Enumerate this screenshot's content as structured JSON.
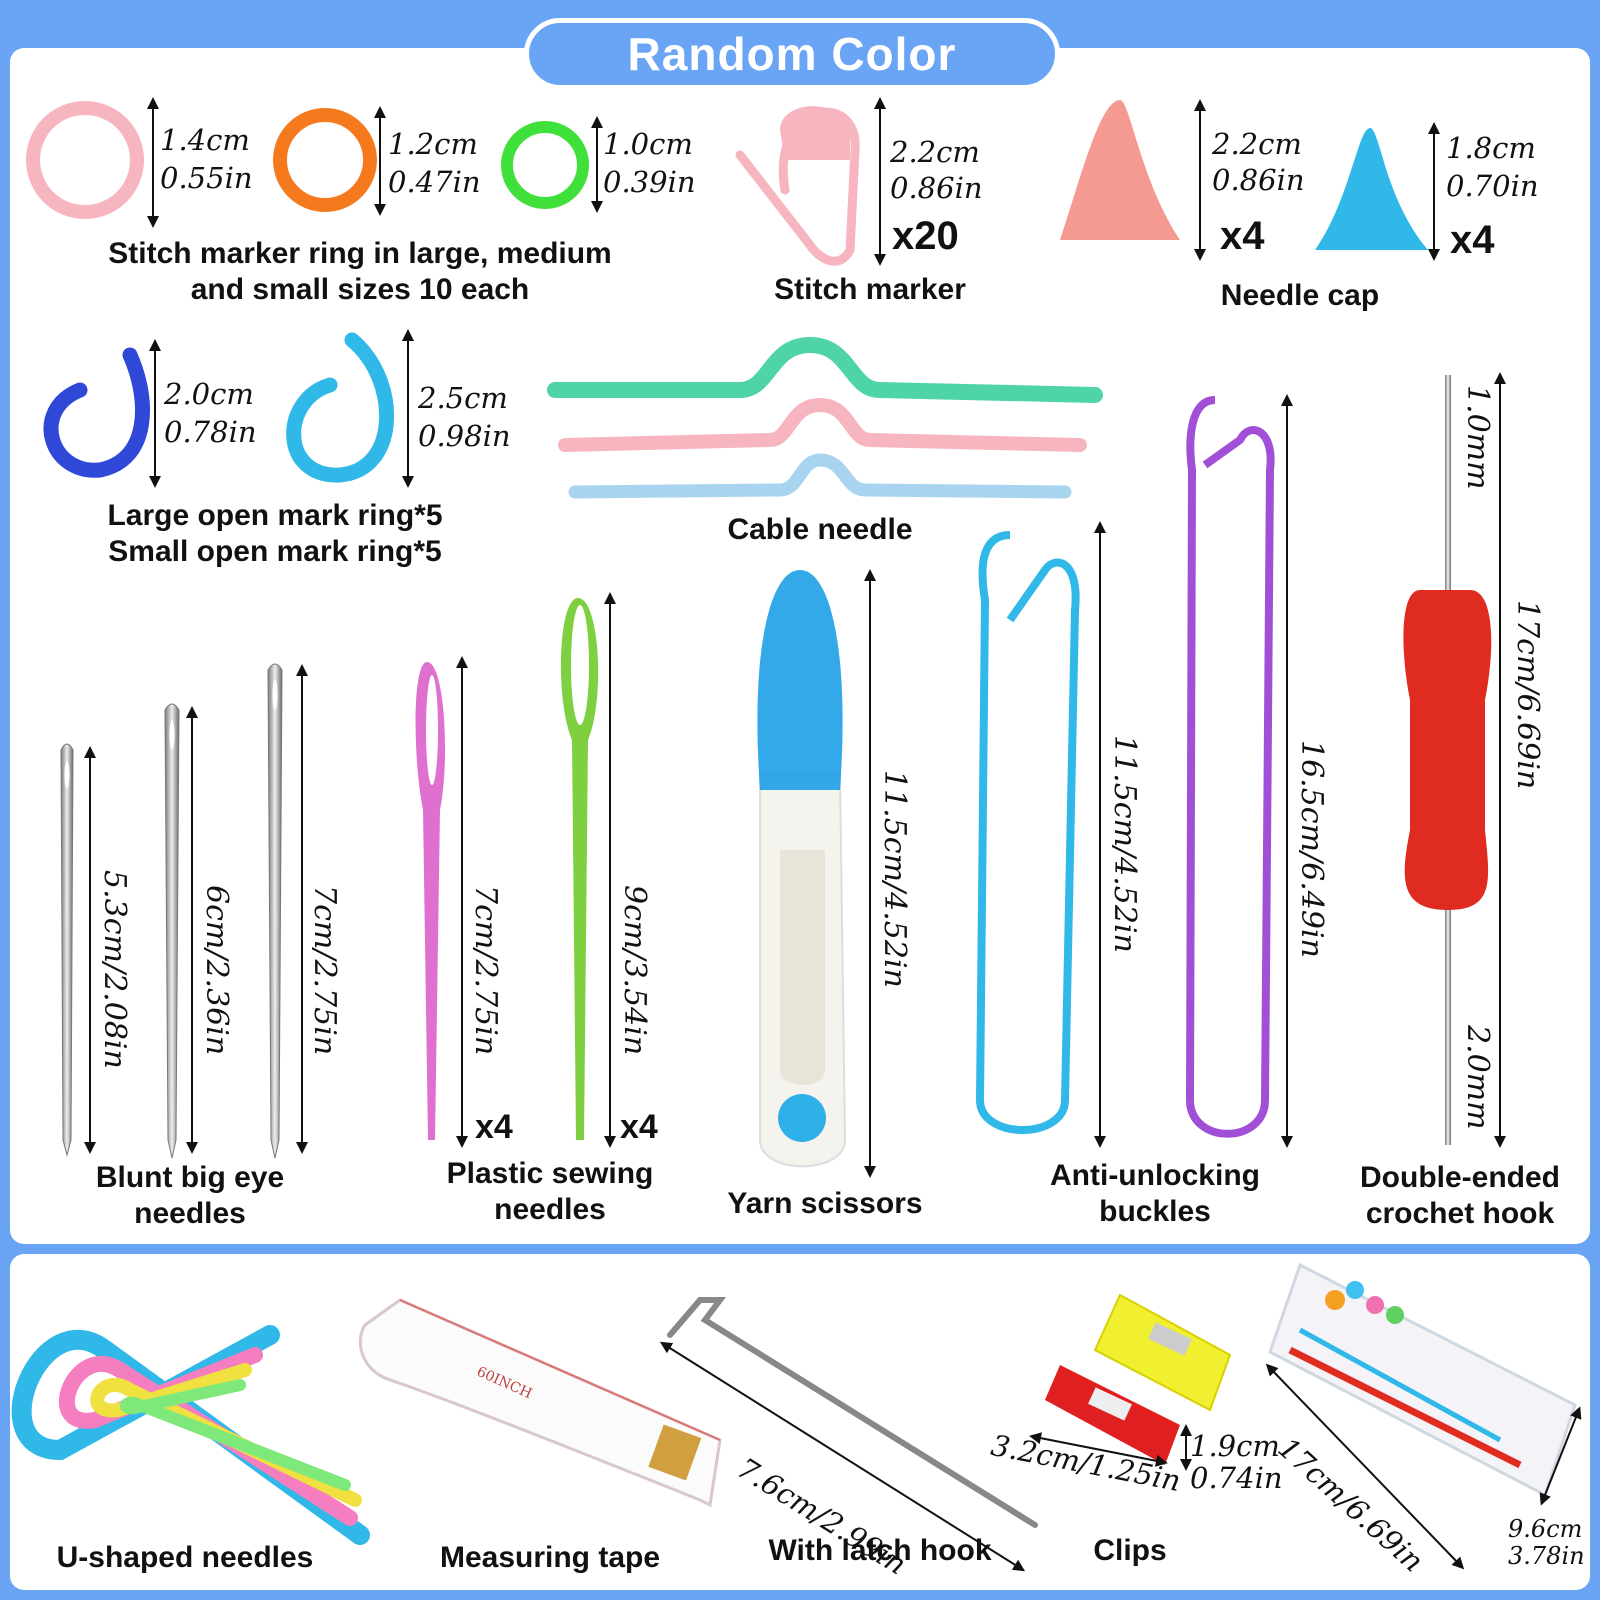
{
  "banner": {
    "title": "Random Color"
  },
  "colors": {
    "background": "#6aa4f5",
    "panel": "#ffffff",
    "pink": "#f7b5c0",
    "orange": "#f57a1e",
    "green": "#3fe03a",
    "blue": "#2f48d8",
    "cyan": "#30b8e8",
    "purple": "#a24fd8",
    "red": "#e02c20"
  },
  "items": {
    "stitch_ring": {
      "label_line1": "Stitch marker ring in large, medium",
      "label_line2": "and small sizes 10 each",
      "large": {
        "cm": "1.4cm",
        "in": "0.55in"
      },
      "medium": {
        "cm": "1.2cm",
        "in": "0.47in"
      },
      "small": {
        "cm": "1.0cm",
        "in": "0.39in"
      }
    },
    "stitch_marker": {
      "label": "Stitch marker",
      "cm": "2.2cm",
      "in": "0.86in",
      "qty": "x20"
    },
    "needle_cap": {
      "label": "Needle cap",
      "large": {
        "cm": "2.2cm",
        "in": "0.86in",
        "qty": "x4"
      },
      "small": {
        "cm": "1.8cm",
        "in": "0.70in",
        "qty": "x4"
      }
    },
    "open_ring": {
      "label_line1": "Large open mark ring*5",
      "label_line2": "Small open mark ring*5",
      "small": {
        "cm": "2.0cm",
        "in": "0.78in"
      },
      "large": {
        "cm": "2.5cm",
        "in": "0.98in"
      }
    },
    "cable_needle": {
      "label": "Cable needle"
    },
    "blunt_needles": {
      "label_line1": "Blunt big eye",
      "label_line2": "needles",
      "sizes": [
        "5.3cm/2.08in",
        "6cm/2.36in",
        "7cm/2.75in"
      ]
    },
    "plastic_needles": {
      "label_line1": "Plastic sewing",
      "label_line2": "needles",
      "sizes": [
        "7cm/2.75in",
        "9cm/3.54in"
      ],
      "qty": [
        "x4",
        "x4"
      ]
    },
    "yarn_scissors": {
      "label": "Yarn scissors",
      "size": "11.5cm/4.52in"
    },
    "buckles": {
      "label_line1": "Anti-unlocking",
      "label_line2": "buckles",
      "sizes": [
        "11.5cm/4.52in",
        "16.5cm/6.49in"
      ]
    },
    "crochet_hook": {
      "label_line1": "Double-ended",
      "label_line2": "crochet hook",
      "tip_top": "1.0mm",
      "tip_bottom": "2.0mm",
      "size": "17cm/6.69in"
    },
    "u_needles": {
      "label": "U-shaped needles"
    },
    "measuring_tape": {
      "label": "Measuring tape",
      "tape_text": "60INCH"
    },
    "latch_hook": {
      "label": "With latch hook",
      "size": "7.6cm/2.99in"
    },
    "clips": {
      "label": "Clips",
      "width": "3.2cm/1.25in",
      "height_cm": "1.9cm",
      "height_in": "0.74in"
    },
    "box": {
      "length": "17cm/6.69in",
      "width_cm": "9.6cm",
      "width_in": "3.78in"
    }
  }
}
